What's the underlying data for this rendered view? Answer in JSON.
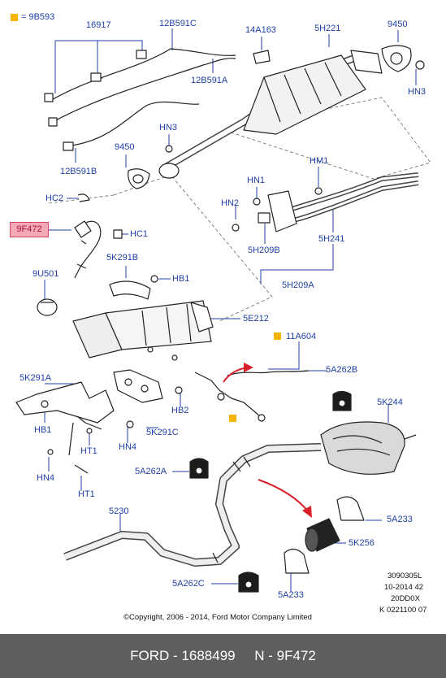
{
  "legend": {
    "label": "= 9B593",
    "color": "#f5b400"
  },
  "highlight": {
    "part": "9F472",
    "fill": "#f3a9b6",
    "text_color": "#b1123a"
  },
  "labels": [
    {
      "id": "16917",
      "text": "16917"
    },
    {
      "id": "12B591C",
      "text": "12B591C"
    },
    {
      "id": "14A163",
      "text": "14A163"
    },
    {
      "id": "5H221",
      "text": "5H221"
    },
    {
      "id": "9450a",
      "text": "9450"
    },
    {
      "id": "HN3a",
      "text": "HN3"
    },
    {
      "id": "12B591A",
      "text": "12B591A"
    },
    {
      "id": "HN3b",
      "text": "HN3"
    },
    {
      "id": "9450b",
      "text": "9450"
    },
    {
      "id": "12B591B",
      "text": "12B591B"
    },
    {
      "id": "HM1",
      "text": "HM1"
    },
    {
      "id": "HN1",
      "text": "HN1"
    },
    {
      "id": "HC2",
      "text": "HC2"
    },
    {
      "id": "HN2",
      "text": "HN2"
    },
    {
      "id": "HC1",
      "text": "HC1"
    },
    {
      "id": "5H241",
      "text": "5H241"
    },
    {
      "id": "5K291B",
      "text": "5K291B"
    },
    {
      "id": "5H209B",
      "text": "5H209B"
    },
    {
      "id": "9U501",
      "text": "9U501"
    },
    {
      "id": "HB1a",
      "text": "HB1"
    },
    {
      "id": "5H209A",
      "text": "5H209A"
    },
    {
      "id": "5E212",
      "text": "5E212"
    },
    {
      "id": "11A604",
      "text": "11A604"
    },
    {
      "id": "5A262B",
      "text": "5A262B"
    },
    {
      "id": "5K291A",
      "text": "5K291A"
    },
    {
      "id": "HB2",
      "text": "HB2"
    },
    {
      "id": "5K244",
      "text": "5K244"
    },
    {
      "id": "HB1b",
      "text": "HB1"
    },
    {
      "id": "5K291C",
      "text": "5K291C"
    },
    {
      "id": "HT1a",
      "text": "HT1"
    },
    {
      "id": "HN4a",
      "text": "HN4"
    },
    {
      "id": "HN4b",
      "text": "HN4"
    },
    {
      "id": "5A262A",
      "text": "5A262A"
    },
    {
      "id": "HT1b",
      "text": "HT1"
    },
    {
      "id": "5230",
      "text": "5230"
    },
    {
      "id": "5A233a",
      "text": "5A233"
    },
    {
      "id": "5K256",
      "text": "5K256"
    },
    {
      "id": "5A262C",
      "text": "5A262C"
    },
    {
      "id": "5A233b",
      "text": "5A233"
    }
  ],
  "doc_codes": [
    "3090305L",
    "10-2014 42",
    "20DD0X",
    "K 0221100 07"
  ],
  "copyright": "©Copyright, 2006 - 2014, Ford Motor Company Limited",
  "footer": {
    "brand": "FORD",
    "part_number": "1688499",
    "prefix": "N",
    "code": "9F472"
  },
  "colors": {
    "label_blue": "#1f3fa8",
    "arrow_red": "#d8202a",
    "footer_bg": "#5e5e5e",
    "line": "#222222"
  }
}
